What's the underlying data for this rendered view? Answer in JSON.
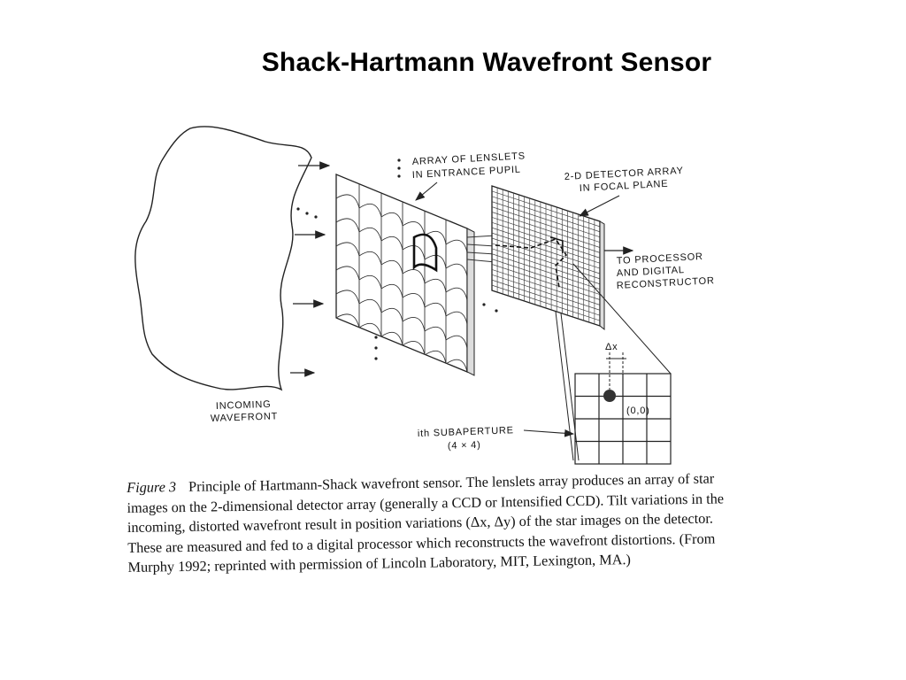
{
  "title": "Shack-Hartmann Wavefront Sensor",
  "diagram": {
    "labels": {
      "lenslets_line1": "ARRAY OF LENSLETS",
      "lenslets_line2": "IN ENTRANCE PUPIL",
      "detector_line1": "2-D DETECTOR ARRAY",
      "detector_line2": "IN FOCAL PLANE",
      "processor_line1": "TO PROCESSOR",
      "processor_line2": "AND DIGITAL",
      "processor_line3": "RECONSTRUCTOR",
      "wavefront_line1": "INCOMING",
      "wavefront_line2": "WAVEFRONT",
      "subaperture_line1": "ith SUBAPERTURE",
      "subaperture_line2": "(4 × 4)",
      "delta_x": "Δx",
      "origin": "(0,0)"
    }
  },
  "caption": {
    "figure_label": "Figure 3",
    "text": "Principle of Hartmann-Shack wavefront sensor. The lenslets array produces an array of star images on the 2-dimensional detector array (generally a CCD or Intensified CCD). Tilt variations in the incoming, distorted wavefront result in position variations (Δx, Δy) of the star images on the detector. These are measured and fed to a digital processor which reconstructs the wavefront distortions. (From Murphy 1992; reprinted with permission of Lincoln Laboratory, MIT, Lexington, MA.)"
  }
}
